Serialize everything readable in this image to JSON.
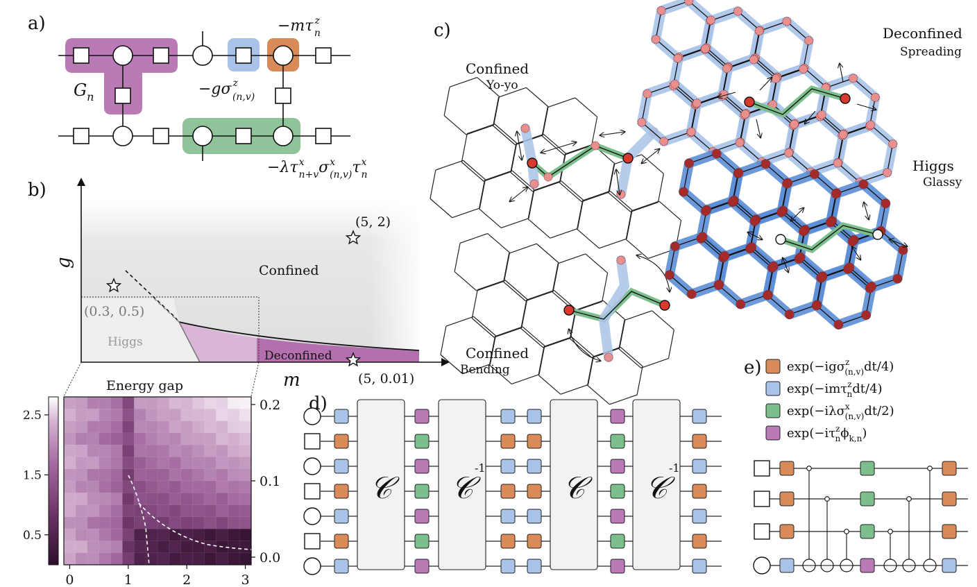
{
  "panels": {
    "a": "a)",
    "b": "b)",
    "c": "c)",
    "d": "d)",
    "e": "e)"
  },
  "panel_a": {
    "term_mtau": "−mτ",
    "term_mtau_sup": "z",
    "term_mtau_sub": "n",
    "term_gn": "G",
    "term_gn_sub": "n",
    "term_gsigma": "−gσ",
    "term_gsigma_sup": "z",
    "term_gsigma_sub": "(n,v)",
    "term_lambda": "−λτ",
    "term_lambda_sup1": "x",
    "term_lambda_sub1": "n+v",
    "term_lambda_mid": "σ",
    "term_lambda_sup2": "x",
    "term_lambda_sub2": "(n,v)",
    "term_lambda_end": "τ",
    "term_lambda_sup3": "x",
    "term_lambda_sub3": "n",
    "colors": {
      "purple": "#b97ab5",
      "blue": "#a9c3e8",
      "orange": "#d88a58",
      "green": "#8fc49a"
    }
  },
  "panel_b": {
    "xlabel": "m",
    "ylabel": "g",
    "region_confined": "Confined",
    "region_higgs": "Higgs",
    "region_deconfined": "Deconfined",
    "point_a": "(5, 2)",
    "point_b": "(0.3, 0.5)",
    "point_c": "(5, 0.01)"
  },
  "chart_data": {
    "type": "heatmap",
    "title": "Energy gap",
    "x_ticks": [
      "0",
      "1",
      "2",
      "3"
    ],
    "y_ticks_right": [
      "0.0",
      "0.1",
      "0.2"
    ],
    "colorbar_ticks": [
      "0.5",
      "1.5",
      "2.5"
    ],
    "xlim": [
      -0.1,
      3.1
    ],
    "ylim": [
      -0.01,
      0.21
    ],
    "colorbar_range": [
      0,
      2.8
    ],
    "grid_cols": 16,
    "grid_rows": 14,
    "colormap": [
      "#2e0f2c",
      "#6b3366",
      "#a36aa0",
      "#d3b0d0",
      "#ffffff"
    ]
  },
  "panel_c": {
    "yoyo_title": "Confined",
    "yoyo_sub": "Yo-yo",
    "bending_title": "Confined",
    "bending_sub": "Bending",
    "spreading_title": "Deconfined",
    "spreading_sub": "Spreading",
    "glassy_title": "Higgs",
    "glassy_sub": "Glassy"
  },
  "panel_d": {
    "block_c": "𝒞",
    "block_cinv": "𝒞",
    "block_cinv_sup": "-1"
  },
  "panel_e": {
    "legend": [
      {
        "text": "exp(−igσ",
        "sup": "z",
        "sub": "(n,v)",
        "tail": "dt/4)",
        "color": "#d88a58"
      },
      {
        "text": "exp(−imτ",
        "sup": "z",
        "sub": "n",
        "tail": "dt/4)",
        "color": "#a9c3e8"
      },
      {
        "text": "exp(−iλσ",
        "sup": "x",
        "sub": "(n,v)",
        "tail": "dt/2)",
        "color": "#7cbf8c"
      },
      {
        "text": "exp(−iτ",
        "sup": "z",
        "sub": "n",
        "tail": "ϕ",
        "tail_sub": "k,n",
        "tail_end": ")",
        "color": "#b97ab5"
      }
    ]
  }
}
